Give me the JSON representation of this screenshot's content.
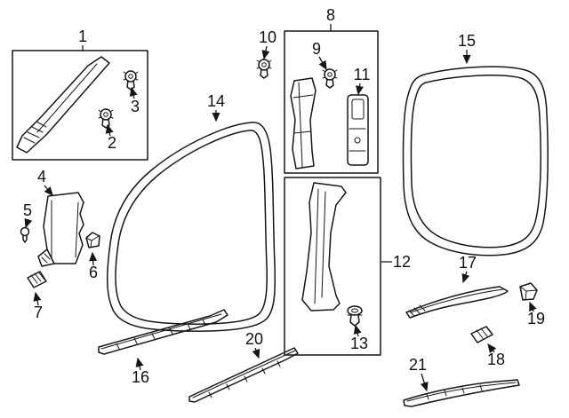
{
  "diagram": {
    "kind": "exploded-parts-line-diagram",
    "background": "#ffffff",
    "line_color": "#161616",
    "callouts": {
      "c1": "1",
      "c2": "2",
      "c3": "3",
      "c4": "4",
      "c5": "5",
      "c6": "6",
      "c7": "7",
      "c8": "8",
      "c9": "9",
      "c10": "10",
      "c11": "11",
      "c12": "12",
      "c13": "13",
      "c14": "14",
      "c15": "15",
      "c16": "16",
      "c17": "17",
      "c18": "18",
      "c19": "19",
      "c20": "20",
      "c21": "21"
    }
  }
}
